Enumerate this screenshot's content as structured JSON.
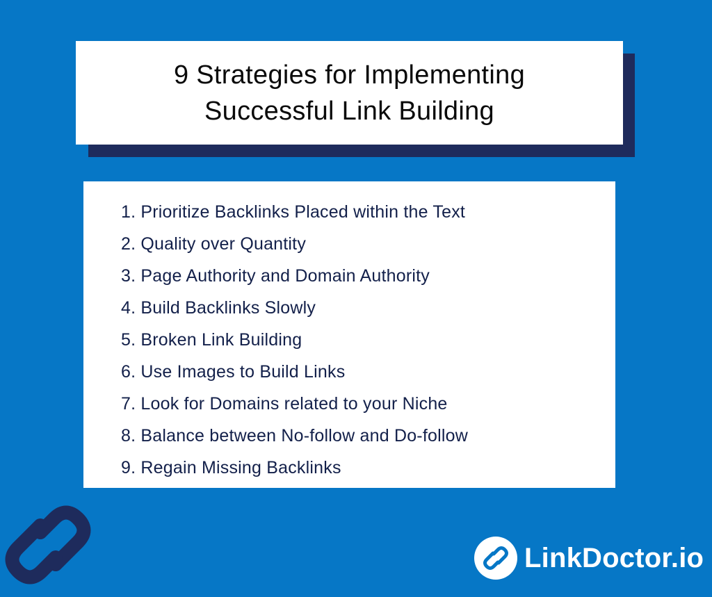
{
  "colors": {
    "background": "#0677c6",
    "shadow": "#1e2b5c",
    "card": "#ffffff",
    "list_text": "#13204a",
    "title_text": "#0a0a0a"
  },
  "header": {
    "title_line1": "9 Strategies for Implementing",
    "title_line2": "Successful Link Building"
  },
  "strategies": {
    "items": [
      "1. Prioritize Backlinks Placed within the Text",
      "2. Quality over Quantity",
      "3. Page Authority and Domain Authority",
      "4. Build Backlinks Slowly",
      "5. Broken Link Building",
      "6. Use Images to Build Links",
      "7. Look for Domains related to your Niche",
      "8. Balance between No-follow and Do-follow",
      "9. Regain Missing Backlinks"
    ]
  },
  "footer": {
    "decor_icon": "chain-link-icon",
    "brand_icon": "chain-link-icon",
    "brand_name": "LinkDoctor.io"
  }
}
